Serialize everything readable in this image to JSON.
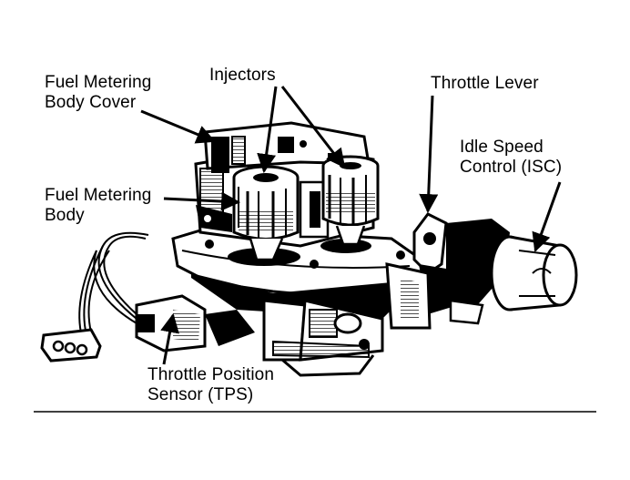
{
  "labels": {
    "fuel_metering_body_cover": [
      "Fuel Metering",
      "Body Cover"
    ],
    "injectors": "Injectors",
    "throttle_lever": "Throttle Lever",
    "idle_speed_control": [
      "Idle Speed",
      "Control (ISC)"
    ],
    "fuel_metering_body": [
      "Fuel Metering",
      "Body"
    ],
    "throttle_position_sensor": [
      "Throttle Position",
      "Sensor (TPS)"
    ]
  },
  "colors": {
    "ink": "#000000",
    "paper": "#ffffff"
  }
}
